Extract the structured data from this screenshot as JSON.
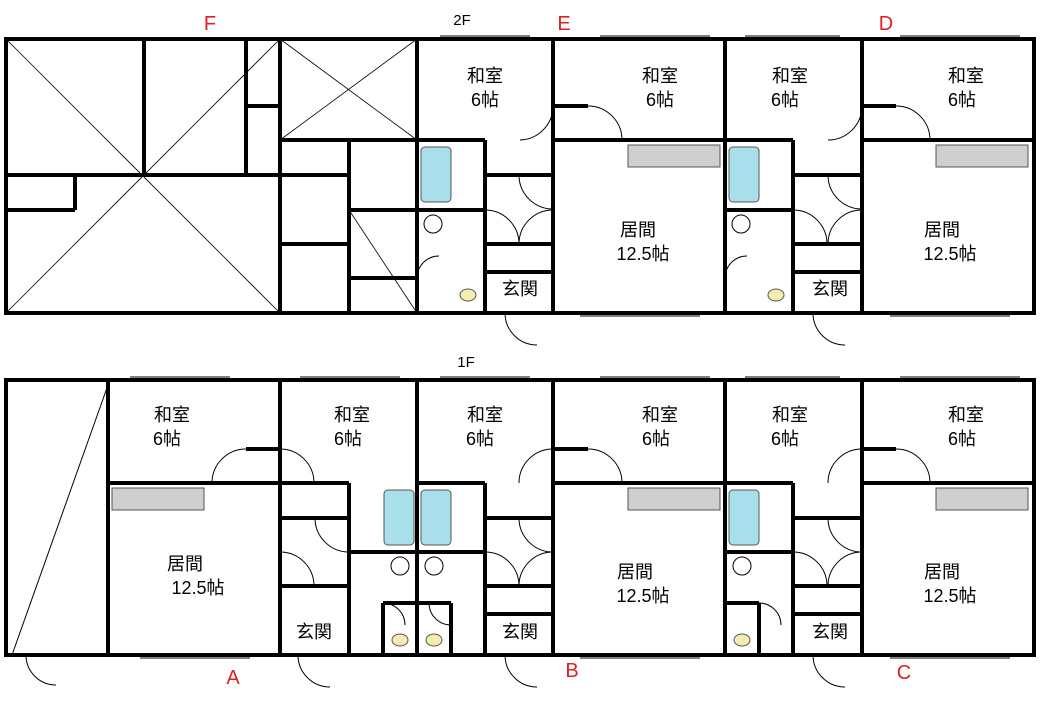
{
  "floors": {
    "upper": "2F",
    "lower": "1F"
  },
  "unit_labels": {
    "color": "#e02020",
    "F": "F",
    "E": "E",
    "D": "D",
    "A": "A",
    "B": "B",
    "C": "C"
  },
  "rooms": {
    "washitsu": [
      "和室",
      "6帖"
    ],
    "ima": [
      "居間",
      "12.5帖"
    ],
    "genkan": "玄関"
  },
  "colors": {
    "bath": "#a8dfea",
    "kitchen": "#cfcfcf",
    "toilet": "#f5ecb0"
  }
}
